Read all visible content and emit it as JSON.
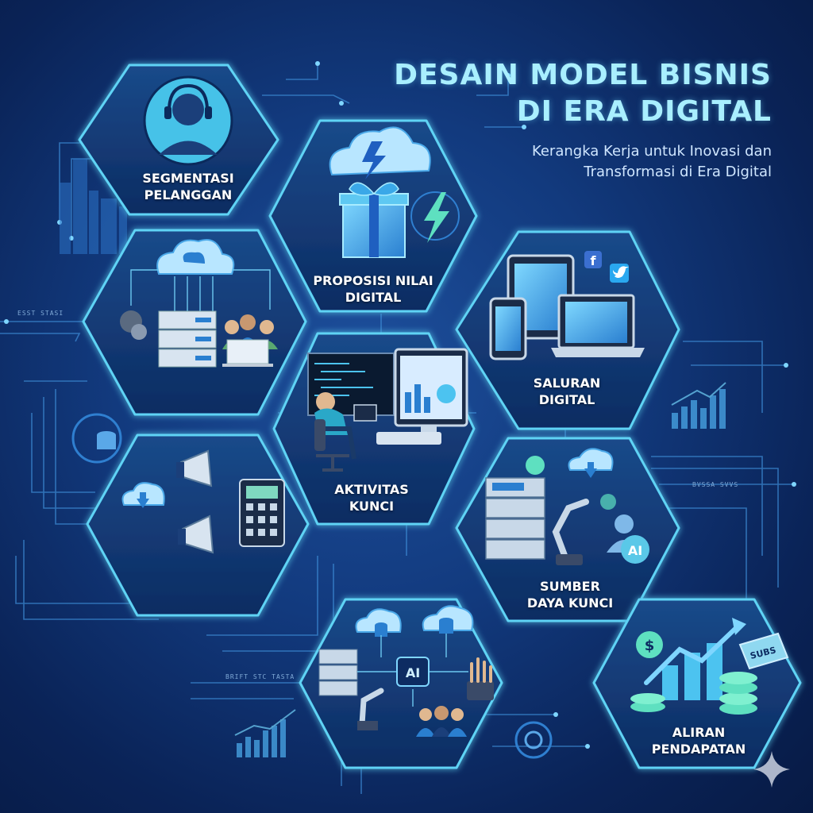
{
  "title": {
    "line1": "DESAIN MODEL BISNIS",
    "line2": "DI ERA DIGITAL"
  },
  "subtitle": {
    "line1": "Kerangka Kerja untuk Inovasi dan",
    "line2": "Transformasi di Era Digital"
  },
  "blocks": {
    "segmentasi": {
      "line1": "SEGMENTASI",
      "line2": "PELANGGAN"
    },
    "proposisi": {
      "line1": "PROPOSISI NILAI",
      "line2": "DIGITAL"
    },
    "saluran": {
      "line1": "SALURAN",
      "line2": "DIGITAL"
    },
    "aktivitas": {
      "line1": "AKTIVITAS",
      "line2": "KUNCI"
    },
    "sumber": {
      "line1": "SUMBER",
      "line2": "DAYA KUNCI"
    },
    "aliran": {
      "line1": "ALIRAN",
      "line2": "PENDAPATAN"
    }
  },
  "icon_labels": {
    "ai_chip": "AI",
    "ai_avatar": "AI",
    "subs_tag": "SUBS"
  },
  "decor_codes": {
    "left": "ESST STASI",
    "right": "BVSSA SVVS",
    "bottom": "BRIFT STC TASTA"
  },
  "colors": {
    "background": "#0e2f6e",
    "hex_border": "#5fd3f5",
    "title": "#a9efff",
    "accent": "#4cc3f0"
  }
}
